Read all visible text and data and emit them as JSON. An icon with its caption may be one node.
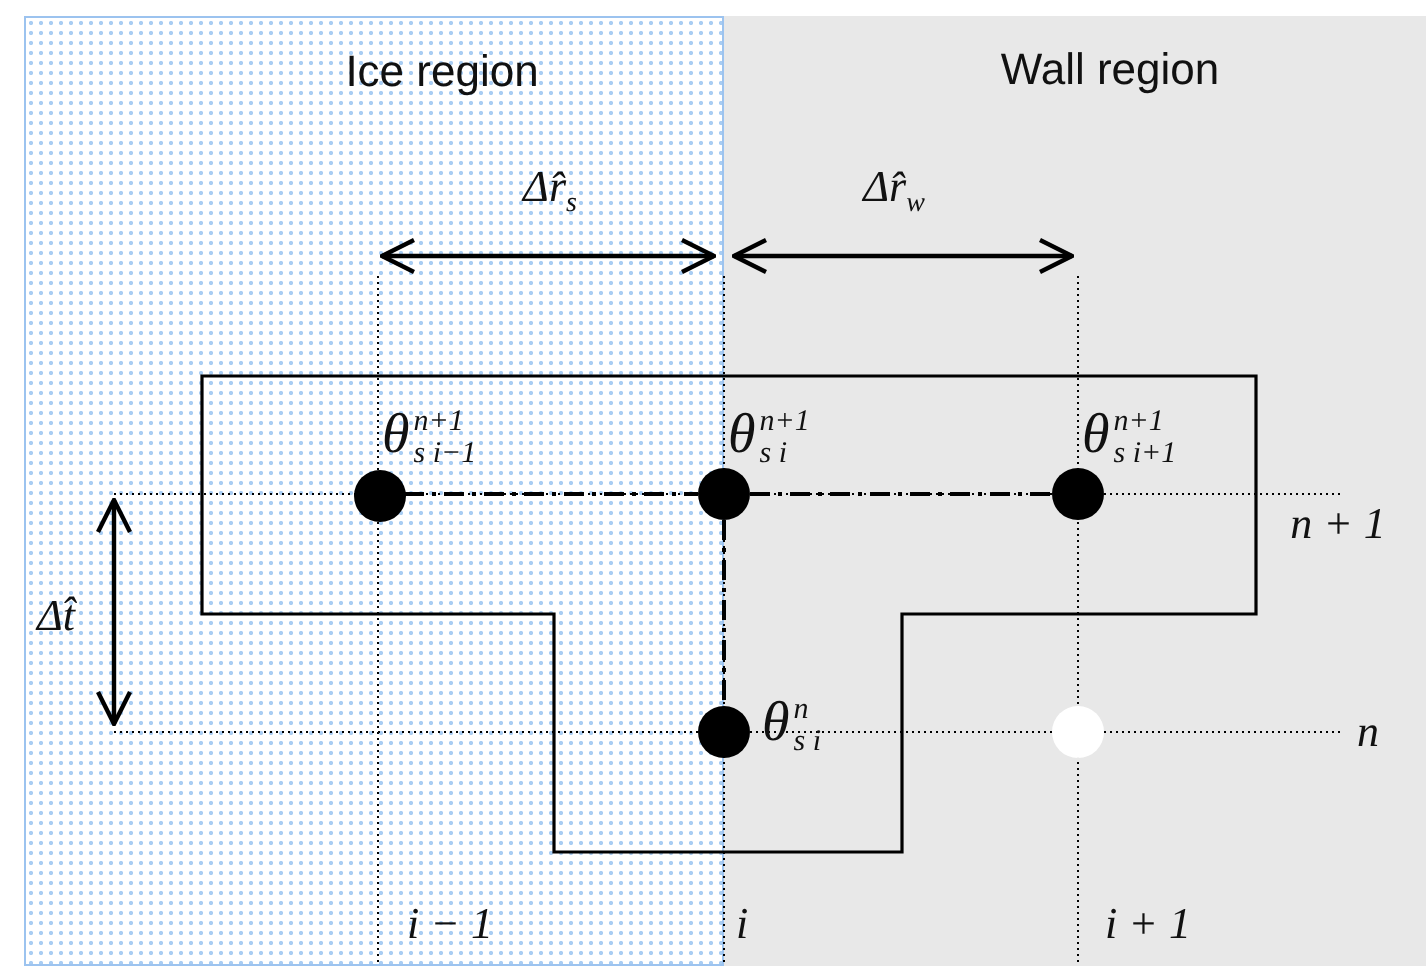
{
  "diagram": {
    "nodes": [
      {
        "text": [
          "Ice region"
        ]
      },
      {
        "text": [
          "Wall region"
        ]
      },
      {
        "text": [],
        "shape": "circle",
        "in": 0,
        "beside": [
          "θ$^{n+1}$$_{s i−1}$"
        ]
      },
      {
        "text": [],
        "shape": "circle",
        "beside": [
          "θ$^{n+1}$$_{s i}$"
        ]
      },
      {
        "text": [],
        "shape": "circle",
        "in": 1,
        "beside": [
          "θ$^{n+1}$$_{s i+1}$"
        ]
      },
      {
        "text": [],
        "shape": "circle",
        "beside": [
          "θ$^{n}$$_{s i}$"
        ]
      },
      {
        "text": [],
        "shape": "circle",
        "in": 1
      }
    ],
    "edges": [
      {
        "from": 2,
        "to": 3,
        "arrow": "none",
        "style": "dashed"
      },
      {
        "from": 3,
        "to": 4,
        "arrow": "none",
        "style": "dashed"
      },
      {
        "from": 3,
        "to": 5,
        "arrow": "none",
        "style": "dashed"
      }
    ],
    "labels": [
      "Δr̂$_{s}$",
      "Δr̂$_{w}$",
      "Δt̂",
      "n + 1",
      "n",
      "i − 1",
      "i",
      "i + 1"
    ]
  }
}
